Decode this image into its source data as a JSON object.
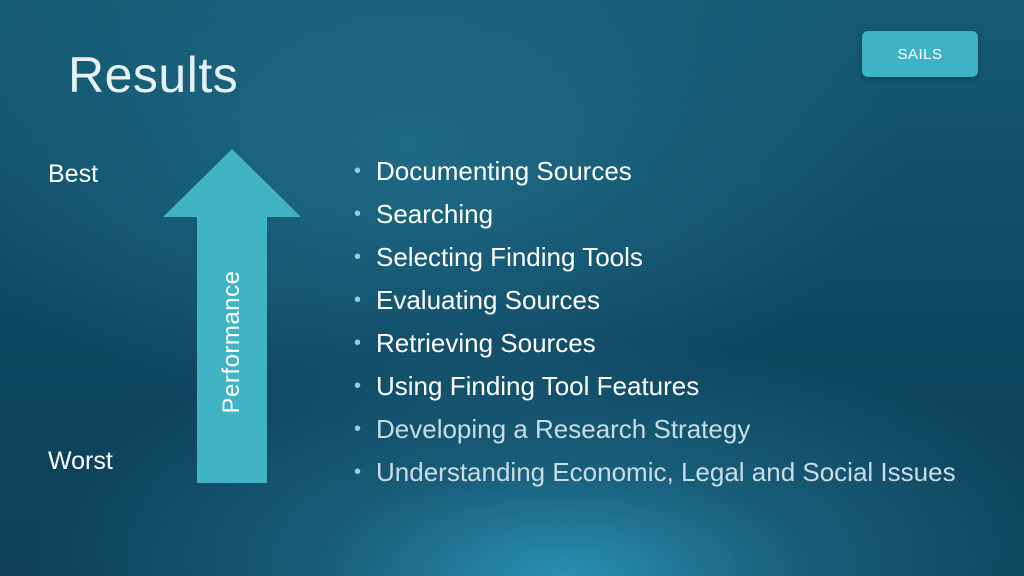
{
  "slide": {
    "title": "Results",
    "badge": "SAILS",
    "scale": {
      "top_label": "Best",
      "bottom_label": "Worst",
      "arrow_label": "Performance"
    },
    "items": [
      "Documenting Sources",
      "Searching",
      "Selecting Finding Tools",
      "Evaluating Sources",
      "Retrieving Sources",
      "Using Finding Tool Features",
      "Developing a Research Strategy",
      "Understanding Economic, Legal and Social Issues"
    ]
  },
  "colors": {
    "arrow": "#40b3c4",
    "badge": "#3fb3c6",
    "background": "#0f4762"
  }
}
